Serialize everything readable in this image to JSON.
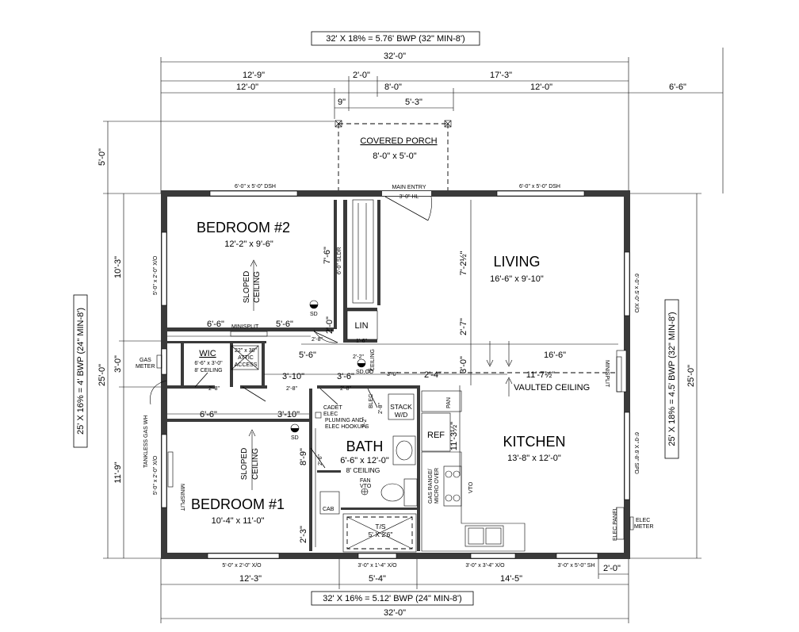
{
  "bwp": {
    "top": "32' X 18% = 5.76' BWP (32\" MIN-8')",
    "bottom": "32' X 16% = 5.12' BWP (24\" MIN-8')",
    "left": "25' X 16% = 4' BWP (24\" MIN-8')",
    "right": "25' X 18% = 4.5' BWP (32\" MIN-8')"
  },
  "dims": {
    "top_overall": "32'-0\"",
    "top_a": "12'-9\"",
    "top_b": "2'-0\"",
    "top_c": "17'-3\"",
    "top_d": "12'-0\"",
    "top_e": "8'-0\"",
    "top_f": "12'-0\"",
    "top_g": "6'-6\"",
    "top_h": "9\"",
    "top_i": "5'-3\"",
    "left_porch": "5'-0\"",
    "left_a": "10'-3\"",
    "left_b": "3'-0\"",
    "left_c": "11'-9\"",
    "left_overall": "25'-0\"",
    "right_overall": "25'-0\"",
    "bot_a": "12'-3\"",
    "bot_b": "5'-4\"",
    "bot_c": "14'-5\"",
    "bot_d": "2'-0\"",
    "bot_overall": "32'-0\"",
    "i_7_6": "7'-6\"",
    "i_6_6a": "6'-6\"",
    "i_5_6a": "5'-6\"",
    "i_2_0": "2'-0\"",
    "i_5_6b": "5'-6\"",
    "i_3_10a": "3'-10\"",
    "i_3_6": "3'-6\"",
    "i_2_4": "2'-4\"",
    "i_3_0": "3'-0\"",
    "i_16_6": "16'-6\"",
    "i_11_7": "11'-7½\"",
    "i_7_2": "7'-2½\"",
    "i_2_7": "2'-7\"",
    "i_6_6b": "6'-6\"",
    "i_3_10b": "3'-10\"",
    "i_8_9": "8'-9\"",
    "i_2_3": "2'-3\"",
    "i_11_3": "11'-3½\"",
    "i_2_8a": "2'-8\"",
    "i_2_8b": "2'-8\"",
    "i_2_8c": "2'-8\"",
    "i_2_8d": "2'-8\"",
    "i_2_8e": "2'-8\"",
    "i_2_6": "2'-6\"",
    "i_1_6": "1'-6\"",
    "i_2_2": "2'-2\"",
    "i_3_0b": "3'-0\"",
    "i_8_c": "8\""
  },
  "rooms": {
    "bed2": "BEDROOM #2",
    "bed2_size": "12'-2\" x 9'-6\"",
    "bed1": "BEDROOM #1",
    "bed1_size": "10'-4\" x 11'-0\"",
    "living": "LIVING",
    "living_size": "16'-6\" x 9'-10\"",
    "kitchen": "KITCHEN",
    "kitchen_size": "13'-8\" x 12'-0\"",
    "bath": "BATH",
    "bath_size": "6'-6\" x 12'-0\"",
    "bath_ceiling": "8' CEILING",
    "porch": "COVERED PORCH",
    "porch_size": "8'-0\" x 5'-0\"",
    "wic": "WIC",
    "wic_size": "6'-6\" x 3'-0\"",
    "wic_ceiling": "8' CEILING",
    "lin": "LIN",
    "ref": "REF",
    "stack": "STACK",
    "wd": "W/D",
    "pan": "PAN",
    "cab": "CAB",
    "ts": "T/S",
    "ts_size": "5' X 2'6\""
  },
  "labels": {
    "sloped": "SLOPED",
    "ceiling": "CEILING",
    "vaulted": "VAULTED CEILING",
    "minisplit": "MINISPLIT",
    "sd": "SD",
    "sdco": "SD,CO",
    "fan": "FAN",
    "vto": "VTO",
    "attic1": "22\" x 30\"",
    "attic2": "ATTIC",
    "attic3": "ACCESS",
    "gas_meter1": "GAS",
    "gas_meter2": "METER",
    "tankless": "TANKLESS GAS WH",
    "cadet1": "CADET",
    "cadet2": "ELEC",
    "pluming1": "PLUMING AND",
    "pluming2": "ELEC HOOKUPS",
    "main_entry": "MAIN ENTRY",
    "main_entry_size": "3'-0\" HL",
    "sldr": "6'-0\" SLDR",
    "gas_range1": "GAS RANGE/",
    "gas_range2": "MICRO OVER",
    "elec_panel": "ELEC PANEL",
    "elec_meter1": "ELEC",
    "elec_meter2": "METER",
    "ceiling_short": "CEILING",
    "ble_a": "2'-2\"",
    "ble_b": "BLEC"
  },
  "windows": {
    "top_left": "6'-0\" x 5'-0\" DSH",
    "top_right": "6'-0\" x 5'-0\" DSH",
    "left_top": "5'-0\" x 2'-0\" X/O",
    "left_bot": "5'-0\" x 2'-0\" X/O",
    "right_top": "6'-0\" x 5'-0\" X/O",
    "right_spd": "6'-0\" X 6'-8\" SPD",
    "bot_a": "5'-0\" x 2'-0\" X/O",
    "bot_b": "3'-0\" x 1'-4\" X/O",
    "bot_c": "3'-0\" x 3'-4\" X/O",
    "bot_d": "3'-0\" x 5'-0\" SH"
  }
}
